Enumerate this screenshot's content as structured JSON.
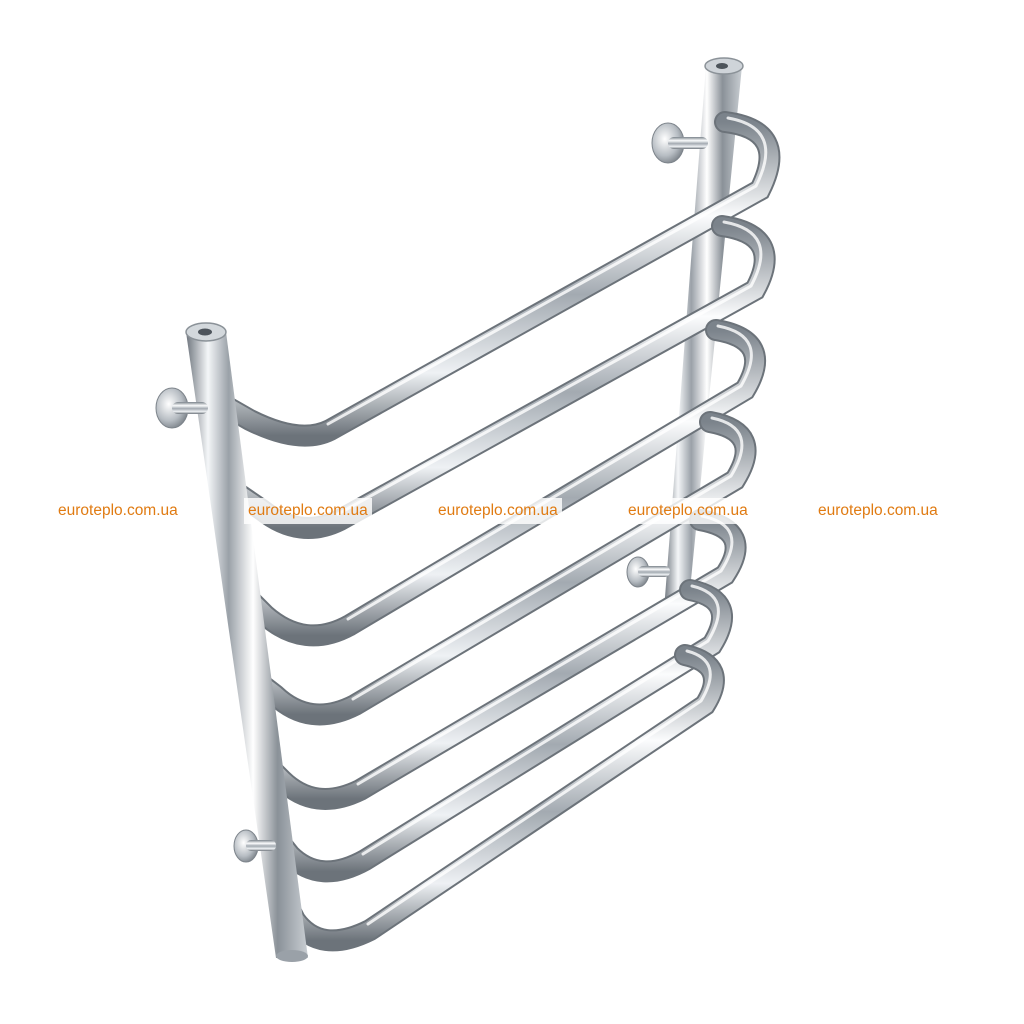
{
  "product": {
    "subject": "chrome-ladder-towel-rail",
    "rail_count": 7,
    "finish_color": "#c8cdd3",
    "background_color": "#ffffff"
  },
  "watermark": {
    "text": "euroteplo.com.ua",
    "color": "#e07b12",
    "repeats": [
      "euroteplo.com.ua",
      "euroteplo.com.ua",
      "euroteplo.com.ua",
      "euroteplo.com.ua",
      "euroteplo.com.ua"
    ]
  }
}
